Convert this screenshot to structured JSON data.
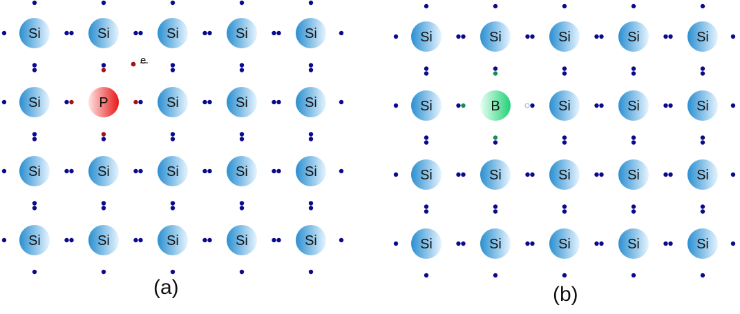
{
  "colors": {
    "electron": "#0a0a8c",
    "donor_electron": "#a01414",
    "acceptor_electron": "#1a8a5a",
    "si_light": "#e6f4ff",
    "si_dark": "#2b8fd0",
    "p_light": "#ffe3e3",
    "p_dark": "#e81818",
    "b_light": "#e8fff2",
    "b_dark": "#22d178",
    "hole_stroke": "#8ab4d8",
    "text": "#111111"
  },
  "panels": [
    {
      "id": "a",
      "caption": "(a)",
      "rows": [
        [
          "Si",
          "Si",
          "Si",
          "Si",
          "Si"
        ],
        [
          "Si",
          "P",
          "Si",
          "Si",
          "Si"
        ],
        [
          "Si",
          "Si",
          "Si",
          "Si",
          "Si"
        ],
        [
          "Si",
          "Si",
          "Si",
          "Si",
          "Si"
        ]
      ],
      "dopant": {
        "element": "P",
        "type": "donor",
        "free_electron_label": "e"
      }
    },
    {
      "id": "b",
      "caption": "(b)",
      "rows": [
        [
          "Si",
          "Si",
          "Si",
          "Si",
          "Si"
        ],
        [
          "Si",
          "B",
          "Si",
          "Si",
          "Si"
        ],
        [
          "Si",
          "Si",
          "Si",
          "Si",
          "Si"
        ],
        [
          "Si",
          "Si",
          "Si",
          "Si",
          "Si"
        ]
      ],
      "dopant": {
        "element": "B",
        "type": "acceptor",
        "hole": true
      }
    }
  ]
}
